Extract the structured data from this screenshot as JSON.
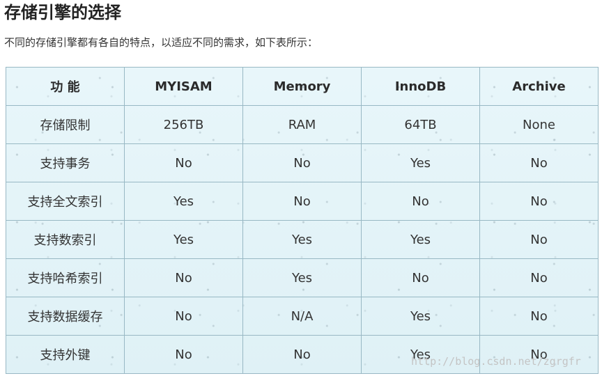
{
  "header": {
    "title": "存储引擎的选择",
    "intro": "不同的存储引擎都有各自的特点，以适应不同的需求，如下表所示："
  },
  "table": {
    "columns": [
      "功 能",
      "MYISAM",
      "Memory",
      "InnoDB",
      "Archive"
    ],
    "rows": [
      [
        "存储限制",
        "256TB",
        "RAM",
        "64TB",
        "None"
      ],
      [
        "支持事务",
        "No",
        "No",
        "Yes",
        "No"
      ],
      [
        "支持全文索引",
        "Yes",
        "No",
        "No",
        "No"
      ],
      [
        "支持数索引",
        "Yes",
        "Yes",
        "Yes",
        "No"
      ],
      [
        "支持哈希索引",
        "No",
        "Yes",
        "No",
        "No"
      ],
      [
        "支持数据缓存",
        "No",
        "N/A",
        "Yes",
        "No"
      ],
      [
        "支持外键",
        "No",
        "No",
        "Yes",
        "No"
      ]
    ]
  },
  "watermark": "http://blog.csdn.net/zgrgfr"
}
